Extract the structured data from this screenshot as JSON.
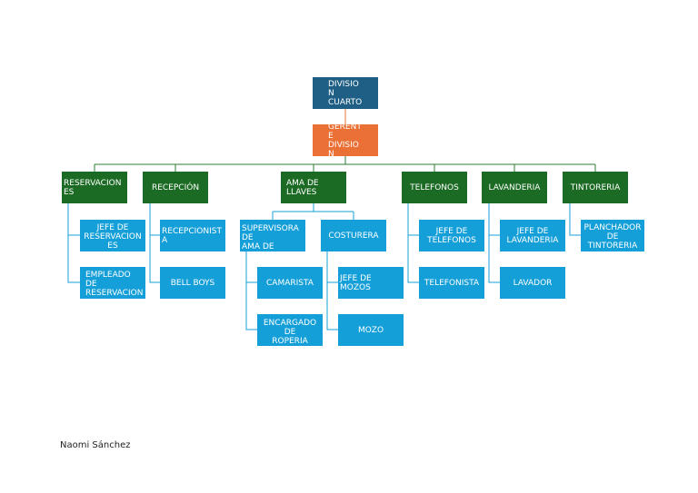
{
  "top": {
    "title": "DIVISIO\nN\nCUARTO",
    "manager": "GERENT\nE\nDIVISIO\nN"
  },
  "departments": {
    "reservaciones": "RESERVACION\nES",
    "recepcion": "RECEPCIÓN",
    "ama_de_llaves": "AMA DE\nLLAVES",
    "telefonos": "TELEFONOS",
    "lavanderia": "LAVANDERIA",
    "tintoreria": "TINTORERIA"
  },
  "staff": {
    "jefe_reservaciones": "JEFE DE\nRESERVACION\nES",
    "empleado_reservacion": "EMPLEADO\nDE\nRESERVACION",
    "recepcionista": "RECEPCIONIST\nA",
    "bell_boys": "BELL BOYS",
    "supervisora": "SUPERVISORA\nDE\nAMA DE",
    "camarista": "CAMARISTA",
    "encargado_roperia": "ENCARGADO\nDE\nROPERIA",
    "costurera": "COSTURERA",
    "jefe_mozos": "JEFE DE\nMOZOS",
    "mozo": "MOZO",
    "jefe_telefonos": "JEFE DE\nTELEFONOS",
    "telefonista": "TELEFONISTA",
    "jefe_lavanderia": "JEFE DE\nLAVANDERIA",
    "lavador": "LAVADOR",
    "planchador": "PLANCHADOR\nDE\nTINTORERIA"
  },
  "footer": {
    "author": "Naomi Sánchez"
  },
  "colors": {
    "navy": "#1f5f85",
    "orange": "#ea7035",
    "green": "#1c6b25",
    "blue": "#149fd8",
    "connector_green": "#2e7d32",
    "connector_blue": "#149fd8"
  }
}
